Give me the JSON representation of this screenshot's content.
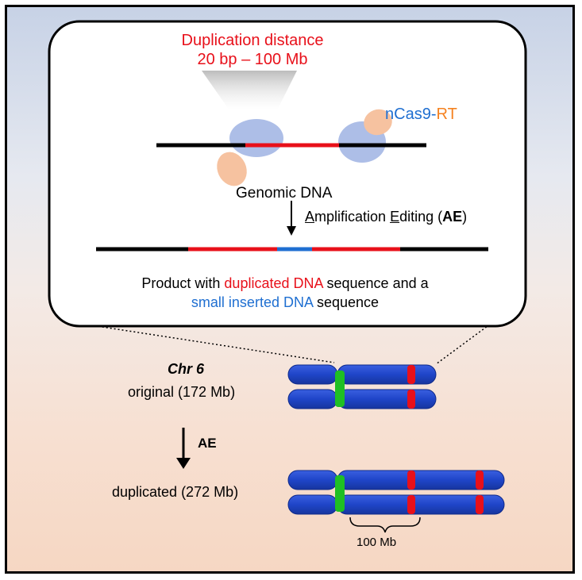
{
  "callout": {
    "title_line1": "Duplication distance",
    "title_line2": "20 bp – 100 Mb",
    "enzyme_part1": "nCas9",
    "enzyme_sep": "-",
    "enzyme_part2": "RT",
    "genomic_label": "Genomic DNA",
    "ae_arrow_label": {
      "w1_first": "A",
      "w1_rest": "mplification ",
      "w2_first": "E",
      "w2_rest": "diting (",
      "abbr": "AE",
      "close": ")"
    },
    "product_line1": {
      "a": "Product with ",
      "b": "duplicated DNA",
      "c": " sequence and a"
    },
    "product_line2": {
      "a": "small inserted DNA",
      "b": " sequence"
    }
  },
  "chromosome": {
    "name": "Chr 6",
    "original_label": "original (172 Mb)",
    "arrow_label": "AE",
    "duplicated_label": "duplicated (272 Mb)",
    "scale_label": "100 Mb"
  },
  "colors": {
    "red": "#e8101a",
    "blue": "#1f6fd1",
    "orange": "#f58220",
    "chromosome_blue": "#1f45c8",
    "centromere_green": "#1fbf24",
    "band_red": "#e8101a",
    "protein_blue": "#9fb3e3",
    "protein_peach": "#f6c2a0"
  },
  "icons": {
    "down_arrow": "down-arrow-icon",
    "bracket": "curly-bracket-icon"
  }
}
